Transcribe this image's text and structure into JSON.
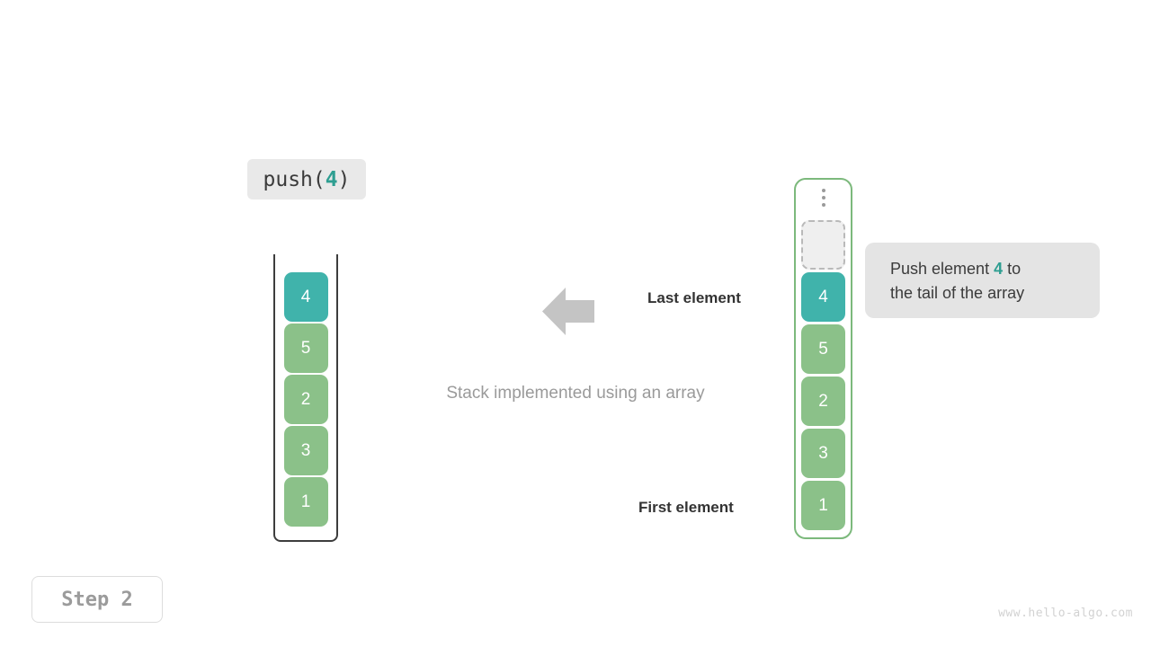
{
  "operation": {
    "prefix": "push(",
    "argument": "4",
    "suffix": ")"
  },
  "stack": {
    "title": "Stack implemented using an array",
    "cells": [
      {
        "value": "4",
        "color": "teal"
      },
      {
        "value": "5",
        "color": "green"
      },
      {
        "value": "2",
        "color": "green"
      },
      {
        "value": "3",
        "color": "green"
      },
      {
        "value": "1",
        "color": "green"
      }
    ]
  },
  "annotations": {
    "last_element": "Last element",
    "first_element": "First element",
    "arrow_icon": "arrow-left-icon"
  },
  "array": {
    "ellipsis_icon": "vertical-ellipsis-icon",
    "empty_slot": "",
    "cells": [
      {
        "value": "4",
        "color": "teal"
      },
      {
        "value": "5",
        "color": "green"
      },
      {
        "value": "2",
        "color": "green"
      },
      {
        "value": "3",
        "color": "green"
      },
      {
        "value": "1",
        "color": "green"
      }
    ]
  },
  "tooltip": {
    "line1_before": "Push element ",
    "highlight": "4",
    "line1_after": " to",
    "line2": "the tail of the array"
  },
  "step": {
    "label": "Step 2"
  },
  "watermark": "www.hello-algo.com",
  "colors": {
    "teal": "#40b3ab",
    "green": "#8bc189",
    "accent_text": "#2e9e91",
    "array_border": "#7cb97c",
    "stack_border": "#3d3d3d",
    "arrow": "#c4c4c4",
    "tooltip_bg": "#e4e4e4",
    "op_bg": "#e9e9e9"
  }
}
